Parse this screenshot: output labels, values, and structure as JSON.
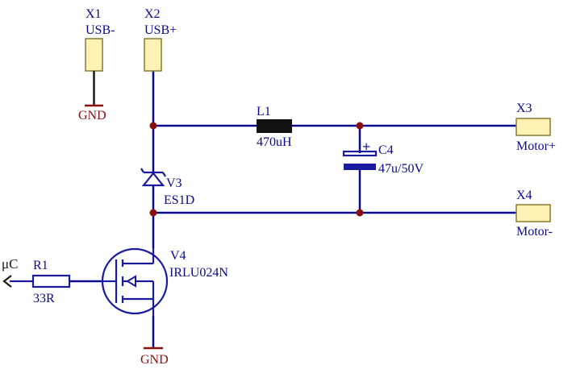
{
  "colors": {
    "wire": "#0a0a8a",
    "ground": "#8a1010",
    "terminal_fill": "#fdf2b3",
    "component": "#1a1aa0",
    "inductor_body": "#111111"
  },
  "connectors": {
    "x1": {
      "designator": "X1",
      "value": "USB-"
    },
    "x2": {
      "designator": "X2",
      "value": "USB+"
    },
    "x3": {
      "designator": "X3",
      "value": "Motor+"
    },
    "x4": {
      "designator": "X4",
      "value": "Motor-"
    }
  },
  "components": {
    "l1": {
      "designator": "L1",
      "value": "470uH"
    },
    "c4": {
      "designator": "C4",
      "value": "47u/50V",
      "polarity_mark": "+"
    },
    "v3": {
      "designator": "V3",
      "value": "ES1D"
    },
    "v4": {
      "designator": "V4",
      "value": "IRLU024N"
    },
    "r1": {
      "designator": "R1",
      "value": "33R"
    }
  },
  "power_ports": {
    "gnd_top": "GND",
    "gnd_bottom": "GND"
  },
  "net_labels": {
    "uc": "μC"
  }
}
